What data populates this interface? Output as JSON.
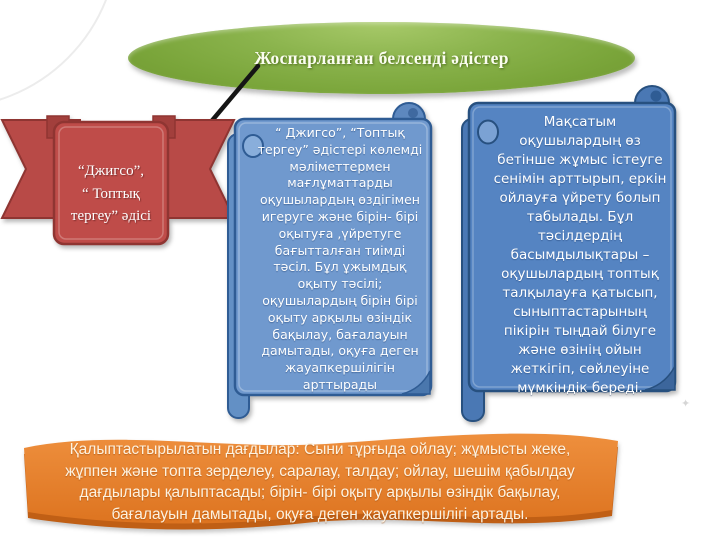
{
  "slide": {
    "title": "Жоспарланған белсенді әдістер",
    "ribbon": {
      "method_label": "“Джигсо”,\n“ Топтық\nтергеу” әдісі"
    },
    "description_scroll": {
      "text": "“ Джигсо”, “Топтық тергеу” әдістері көлемді мәліметтермен мағлұматтарды оқушылардың өздігімен игеруге және бірін- бірі оқытуға ,үйретуге бағытталған тиімді тәсіл. Бұл ұжымдық оқыту тәсілі; оқушылардың бірін бірі оқыту арқылы өзіндік бақылау, бағалауын дамытады, оқуға деген жауапкершілігін арттырады"
    },
    "goal_scroll": {
      "text": "Мақсатым оқушылардың өз бетінше жұмыс істеуге сенімін арттырып, еркін ойлауға үйрету болып табылады. Бұл тәсілдердің басымдылықтары – оқушылардың топтық талқылауға қатысып, сыныптастарының пікірін тыңдай білуге және өзінің ойын жеткігіп, сөйлеуіне мүмкіндік береді."
    },
    "skills_banner": {
      "text": "Қалыптастырылатын дағдылар: Сыни тұрғыда ойлау; жұмысты жеке, жұппен және топта зерделеу, саралау, талдау; ойлау, шешім қабылдау дағдылары қалыптасады; бірін- бірі оқыту арқылы өзіндік бақылау, бағалауын дамытады, оқуға деген жауапкершілігі артады."
    },
    "decor": {
      "sparkle": "✦"
    },
    "colors": {
      "ellipse_green": "#82a942",
      "ribbon_red": "#bf4c49",
      "scroll_light_blue": "#7099ce",
      "scroll_blue": "#5584c2",
      "wave_orange": "#e2852e"
    }
  }
}
